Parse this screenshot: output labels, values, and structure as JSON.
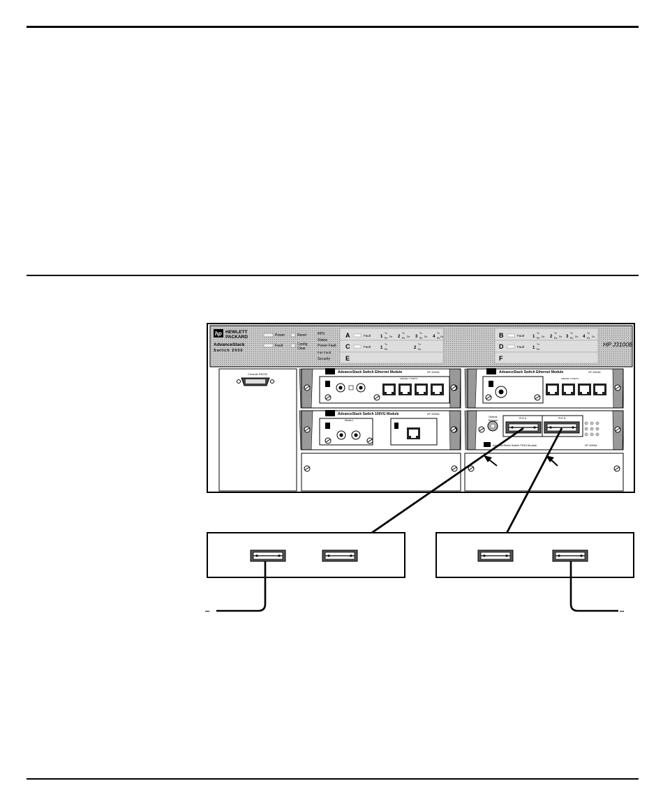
{
  "chassis": {
    "brand_line1": "HEWLETT",
    "brand_line2": "PACKARD",
    "product_line1": "AdvanceStack",
    "product_line2": "Switch 2000",
    "model": "HP J3100B",
    "leds": {
      "power": "Power",
      "fault": "Fault",
      "reset": "Reset",
      "config_clear": "Config",
      "config_clear2": "Clear",
      "rps": "RPS",
      "status": "Status",
      "power_fault": "Power Fault",
      "fan_fault": "Fan Fault",
      "security": "Security"
    },
    "slots": {
      "a": "A",
      "b": "B",
      "c": "C",
      "d": "D",
      "e": "E",
      "f": "F",
      "fault_label": "Fault",
      "port1": "1",
      "port2": "2",
      "port3": "3",
      "port4": "4",
      "tx": "Tx",
      "rx": "Rx",
      "dx": "Dx"
    },
    "console_label": "Console RS232",
    "modules": {
      "m1_title": "AdvanceStack Switch Ethernet Module",
      "m1_part": "HP J3204A",
      "m1_ports_label": "10BASE-T PORTS",
      "m2_title": "AdvanceStack Switch Ethernet Module",
      "m2_part": "HP J3203A",
      "m3_title": "AdvanceStack Switch 100VG Module",
      "m3_part": "HP J3205A",
      "m3_label": "Media 1",
      "m4_title": "AdvanceStack Switch FDDI Module",
      "m4_part": "HP J3206A",
      "m4_optical": "Optical",
      "m4_bypass": "Bypass",
      "m4_port_a": "PHY A",
      "m4_port_b": "PHY B"
    }
  },
  "links": {
    "left_end": "•••",
    "right_end": "•••"
  }
}
